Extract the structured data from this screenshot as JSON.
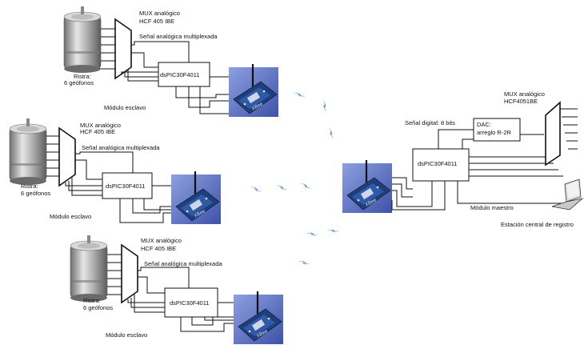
{
  "slaves": [
    {
      "mux_line1": "MUX analógico",
      "mux_line2": "HCF 405 IBE",
      "signal_label": "Señal analógica multiplexada",
      "controller": "dsPIC30F4011",
      "string_label_1": "Ristra:",
      "string_label_2": "6 geófonos",
      "module_label": "Módulo esclavo"
    },
    {
      "mux_line1": "MUX analógico",
      "mux_line2": "HCF 405 IBE",
      "signal_label": "Señal analógica multiplexada",
      "controller": "dsPIC30F4011",
      "string_label_1": "Ristra:",
      "string_label_2": "6 geófonos",
      "module_label": "Módulo esclavo"
    },
    {
      "mux_line1": "MUX analógico",
      "mux_line2": "HCF 405 IBE",
      "signal_label": "Señal analógica multiplexada",
      "controller": "dsPIC30F4011",
      "string_label_1": "Ristra:",
      "string_label_2": "6 geófonos",
      "module_label": "Módulo esclavo"
    }
  ],
  "master": {
    "mux_line1": "MUX analógico",
    "mux_line2": "HCF4051BE",
    "digital_signal": "Señal digital: 8 bits",
    "dac_line1": "DAC:",
    "dac_line2": "arreglo R-2R",
    "controller": "dsPIC30F4011",
    "module_label": "Módulo maestro",
    "station_label": "Estación central de registro"
  },
  "colors": {
    "line": "#111111",
    "geophone_body": "#9a9a9a",
    "radio_board": "#2a4a8c",
    "wireless_bolt": "#4a86d8"
  },
  "icons": {
    "geophone": "geophone-icon",
    "radio": "xbee-radio-icon",
    "wireless": "wireless-bolt-icon",
    "laptop": "laptop-icon"
  }
}
